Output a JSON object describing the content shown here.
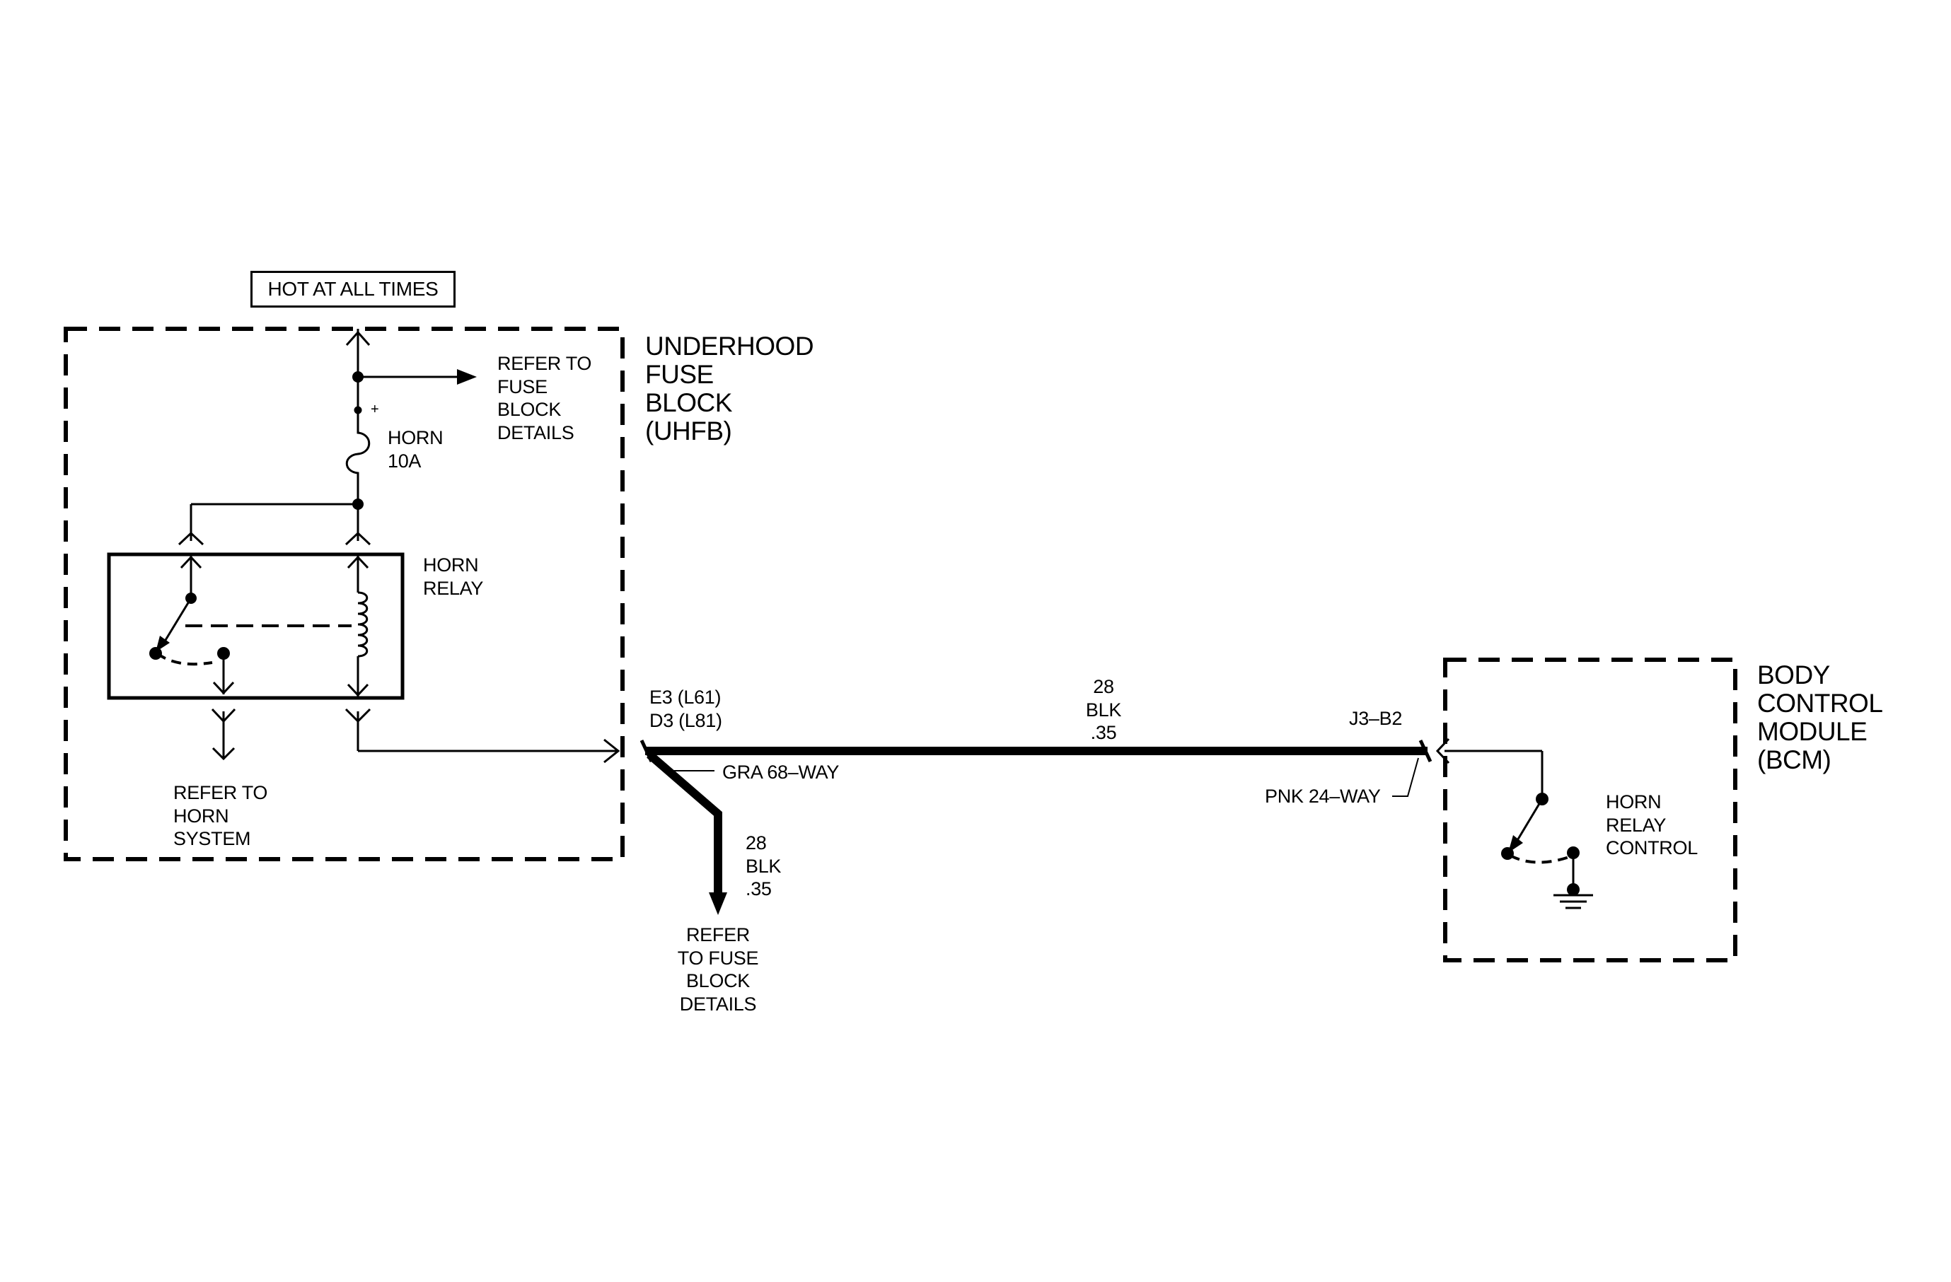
{
  "hot_label": "HOT AT ALL TIMES",
  "uhfb": {
    "title": "UNDERHOOD\nFUSE\nBLOCK\n(UHFB)",
    "refer_fuse_block": "REFER TO\nFUSE\nBLOCK\nDETAILS",
    "fuse_plus": "+",
    "fuse_label": "HORN\n10A",
    "relay_label": "HORN\nRELAY",
    "refer_horn_system": "REFER TO\nHORN\nSYSTEM"
  },
  "wire": {
    "left_connector": "E3 (L61)\nD3 (L81)",
    "spec": "28\nBLK\n.35",
    "connector_gra": "GRA 68–WAY",
    "branch_spec": "28\nBLK\n.35",
    "branch_refer": "REFER\nTO FUSE\nBLOCK\nDETAILS",
    "right_connector": "J3–B2",
    "connector_pnk": "PNK 24–WAY"
  },
  "bcm": {
    "title": "BODY\nCONTROL\nMODULE\n(BCM)",
    "control_label": "HORN\nRELAY\nCONTROL"
  }
}
